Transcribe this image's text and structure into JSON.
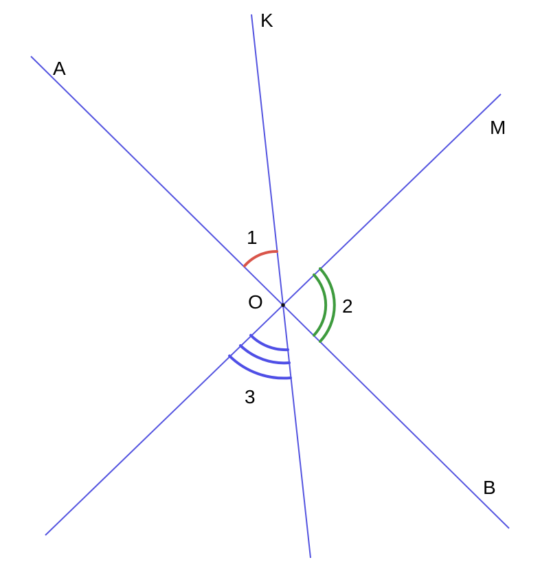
{
  "diagram": {
    "points": {
      "A": "A",
      "K": "K",
      "M": "M",
      "B": "B",
      "O": "O"
    },
    "angles": {
      "angle1": "1",
      "angle2": "2",
      "angle3": "3"
    },
    "colors": {
      "lines": "#5454e0",
      "angle1_arc": "#d9554a",
      "angle2_arc": "#3e9b3e",
      "angle3_arc": "#4f4fe6"
    }
  }
}
